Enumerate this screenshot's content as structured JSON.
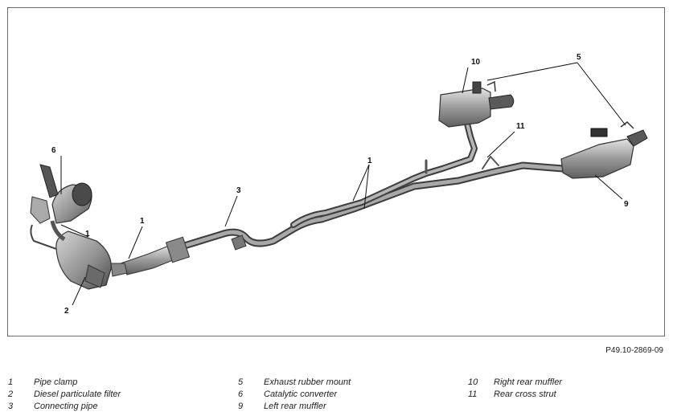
{
  "figure_id": "P49.10-2869-09",
  "callouts": [
    {
      "n": "1"
    },
    {
      "n": "1"
    },
    {
      "n": "1"
    },
    {
      "n": "2"
    },
    {
      "n": "3"
    },
    {
      "n": "5"
    },
    {
      "n": "6"
    },
    {
      "n": "9"
    },
    {
      "n": "10"
    },
    {
      "n": "11"
    }
  ],
  "legend": {
    "col1": [
      {
        "num": "1",
        "label": "Pipe clamp"
      },
      {
        "num": "2",
        "label": "Diesel particulate filter"
      },
      {
        "num": "3",
        "label": "Connecting pipe"
      }
    ],
    "col2": [
      {
        "num": "5",
        "label": "Exhaust rubber mount"
      },
      {
        "num": "6",
        "label": "Catalytic converter"
      },
      {
        "num": "9",
        "label": "Left rear muffler"
      }
    ],
    "col3": [
      {
        "num": "10",
        "label": "Right rear muffler"
      },
      {
        "num": "11",
        "label": "Rear cross strut"
      }
    ]
  }
}
